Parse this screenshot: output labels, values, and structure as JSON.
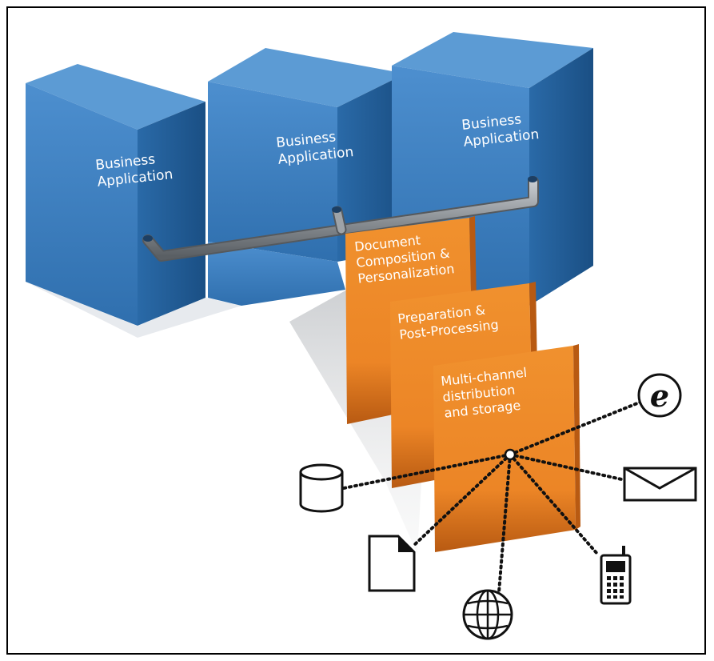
{
  "apps": [
    {
      "label_line1": "Business",
      "label_line2": "Application"
    },
    {
      "label_line1": "Business",
      "label_line2": "Application"
    },
    {
      "label_line1": "Business",
      "label_line2": "Application"
    }
  ],
  "layers": [
    {
      "lines": [
        "Document",
        "Composition &",
        "Personalization"
      ]
    },
    {
      "lines": [
        "Preparation &",
        "Post-Processing"
      ]
    },
    {
      "lines": [
        "Multi-channel",
        "distribution",
        "and storage"
      ]
    }
  ],
  "channels": {
    "email_icon_letter": "e"
  },
  "colors": {
    "box_front": "#3b7fc0",
    "box_side": "#1f5b94",
    "box_top": "#5a9bd6",
    "layer": "#ee8a2a",
    "layer_dark": "#c8651a",
    "pipe": "#8a8f94"
  },
  "icons": [
    "database-icon",
    "document-icon",
    "globe-icon",
    "mobile-phone-icon",
    "envelope-icon",
    "internet-explorer-icon"
  ]
}
